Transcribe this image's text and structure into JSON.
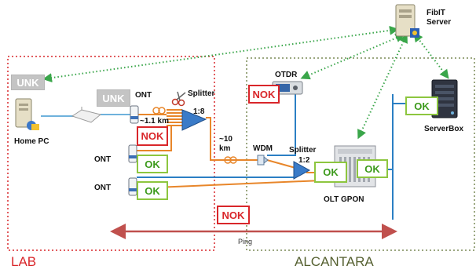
{
  "regions": {
    "lab": "LAB",
    "alcantara": "ALCANTARA"
  },
  "nodes": {
    "fibit_server": "FibIT\nServer",
    "otdr": "OTDR",
    "home_pc": "Home PC",
    "ont_top": "ONT",
    "ont_mid": "ONT",
    "ont_bottom": "ONT",
    "splitter_top": "Splitter",
    "splitter_top_ratio": "1:8",
    "distance_short": "~1.1 km",
    "distance_long_1": "~10",
    "distance_long_2": "km",
    "wdm": "WDM",
    "splitter_bottom": "Splitter",
    "splitter_bottom_ratio": "1:2",
    "olt": "OLT GPON",
    "serverbox": "ServerBox",
    "ping": "Ping"
  },
  "status": {
    "unk_left": "UNK",
    "unk_ont": "UNK",
    "nok_otdr": "NOK",
    "nok_ont": "NOK",
    "ok_ont_mid": "OK",
    "ok_ont_bottom": "OK",
    "ok_olt_1": "OK",
    "ok_olt_2": "OK",
    "ok_serverbox": "OK",
    "nok_ping": "NOK"
  },
  "colors": {
    "ok": "#8dc63f",
    "nok": "#d9262a",
    "unk": "#c4c4c4",
    "fiber_orange": "#e8862a",
    "fiber_blue": "#2b7fc4",
    "management_link": "#3aa64a",
    "ping_arrow": "#c0504d"
  },
  "icons": [
    "server-tower-icon",
    "otdr-device-icon",
    "desktop-pc-icon",
    "router-icon",
    "ont-device-icon",
    "splitter-triangle-icon",
    "scissors-icon",
    "fiber-coil-icon",
    "wdm-coupler-icon",
    "olt-chassis-icon",
    "rack-server-icon"
  ]
}
